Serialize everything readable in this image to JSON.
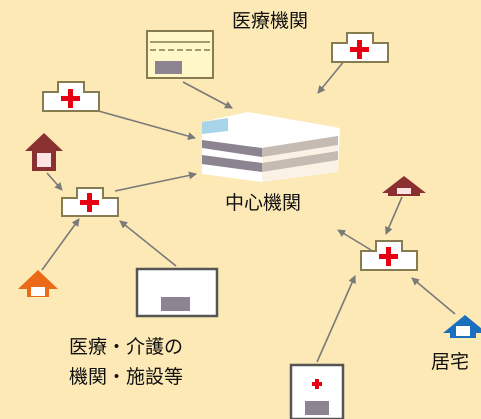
{
  "labels": {
    "medical_institution": "医療機関",
    "central_institution": "中心機関",
    "care_facilities_line1": "医療・介護の",
    "care_facilities_line2": "機関・施設等",
    "home": "居宅"
  },
  "colors": {
    "background": "#fde9b5",
    "arrow": "#7a7a7a",
    "clinic_border": "#857c52",
    "red_cross": "#e60012",
    "house_dark_red": "#8b3030",
    "house_orange": "#ea6a17",
    "house_blue": "#1a6fbf",
    "facility_border": "#555555"
  },
  "icons": {
    "hospital": "central-hospital-building-icon",
    "clinic": "clinic-red-cross-icon",
    "house": "house-icon",
    "facility": "care-facility-icon"
  }
}
